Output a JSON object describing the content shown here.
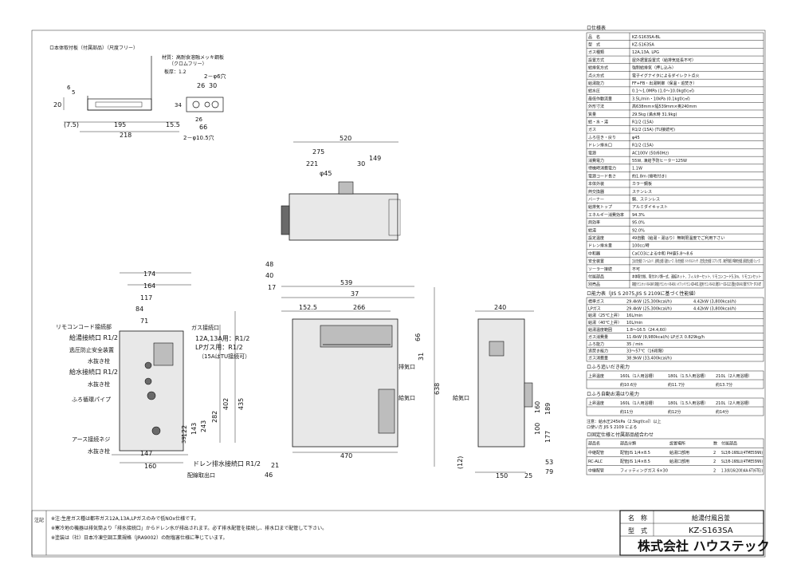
{
  "bracket": {
    "title": "ロ本体取付板（付属部品）（尺度フリー）",
    "material": "材質：高耐食溶融メッキ鋼板",
    "material2": "（クロムフリー）",
    "thickness": "板厚：1.2",
    "hole1": "2－φ6穴",
    "hole2": "2－φ10.5穴",
    "dims": [
      "20",
      "6",
      "5",
      "(7.5)",
      "195",
      "15.5",
      "218",
      "26",
      "30",
      "66",
      "34",
      "26"
    ]
  },
  "top_view": {
    "dims": [
      "520",
      "275",
      "221",
      "30",
      "149",
      "φ45"
    ]
  },
  "front_view": {
    "top_dims": [
      "48",
      "40",
      "17",
      "539",
      "152.5",
      "266",
      "37"
    ],
    "vertical": [
      "66",
      "31",
      "638",
      "21",
      "46"
    ],
    "bottom_dims": [
      "470"
    ],
    "labels": [
      "排気口",
      "給気口"
    ]
  },
  "side_view_left": {
    "top_dims": [
      "174",
      "164",
      "117",
      "84",
      "71"
    ],
    "vertical": [
      "402",
      "435",
      "282",
      "243",
      "143",
      "122",
      "39"
    ],
    "bottom_dims": [
      "147",
      "160"
    ],
    "labels": [
      "ガス接続口",
      "12A,13A用：R1/2",
      "LPガス用：R1/2",
      "（15AはTU接続可）",
      "リモコンコード接続部",
      "給湯接続口 R1/2",
      "逃圧防止安全装置",
      "水抜き栓",
      "給水接続口 R1/2",
      "水抜き栓",
      "ふろ循環パイプ",
      "アース接続ネジ",
      "水抜き栓",
      "ドレン排水接続口 R1/2",
      "配線取出口"
    ]
  },
  "side_view_right": {
    "top_dims": [
      "240"
    ],
    "vertical": [
      "189",
      "160",
      "177",
      "100",
      "(12)",
      "53",
      "79"
    ],
    "bottom_dims": [
      "150",
      "25"
    ],
    "labels": [
      "給気口"
    ]
  },
  "spec": {
    "title": "ロ仕様表",
    "rows": [
      [
        "品　名",
        "KZ-S163SA-BL"
      ],
      [
        "型　式",
        "KZ-S163SA"
      ],
      [
        "ガス種類",
        "12A,13A, LPG"
      ],
      [
        "設置方式",
        "屋外据置設置式（給排気延長不可）"
      ],
      [
        "給排気方式",
        "強制給排気（押し込み）"
      ],
      [
        "点火方式",
        "電子イグナイタによるダイレクト点火"
      ],
      [
        "給湯能力",
        "FF+FB・出湯制御（保温・追焚き）"
      ],
      [
        "給水圧",
        "0.1～1.0MPa (1.0～10.0kgf/c㎡)"
      ],
      [
        "最低作動流量",
        "3.5L/min・10kPa (0.1kgf/c㎡)"
      ],
      [
        "外形寸法",
        "高638mm×幅539mm×奥240mm"
      ],
      [
        "質量",
        "29.5kg (満水時 31.9kg)"
      ],
      [
        "給・水・湯",
        "R1/2 (15A)"
      ],
      [
        "ガス",
        "R1/2 (15A) (TU接続可)"
      ],
      [
        "ふろ往き・戻り",
        "φ45"
      ],
      [
        "ドレン排水口",
        "R1/2 (15A)"
      ],
      [
        "電源",
        "AC100V (50/60Hz)"
      ],
      [
        "消費電力",
        "55W, 凍結予防ヒーター125W"
      ],
      [
        "待機時消費電力",
        "1.1W"
      ],
      [
        "電源コード長さ",
        "約1.8m (接地付き)"
      ],
      [
        "本体外装",
        "カラー鋼板"
      ],
      [
        "熱交換器",
        "ステンレス"
      ],
      [
        "バーナー",
        "銅、ステンレス"
      ],
      [
        "給排気トップ",
        "アルミダイキャスト"
      ],
      [
        "エネルギー消費効率",
        "94.3%"
      ],
      [
        "熱効率",
        "95.0%"
      ],
      [
        "給湯",
        "92.0%"
      ],
      [
        "設定温度",
        "49自動（給湯・湯はり）無制限温度でご利用下さい"
      ],
      [
        "ドレン排水量",
        "100cc/時"
      ],
      [
        "中和器",
        "CaCO3による中和 PH値5.8～8.6"
      ],
      [
        "安全装置",
        "立消え安全装置（フレームロッド）, 過熱防止装置（温度ヒューズ）, 残火安全装置（バイメタルスイッチ）, 逆圧防止安全装置（スプリング式）, 凍結予防装置, 停電時安全装置, 過電流防止装置（ヒューズ）"
      ],
      [
        "ソーラー接続",
        "不可"
      ],
      [
        "付属部品",
        "本体取付板、取付ネジ類一式、連結ネット、フィルターセット, リモコンコード5.3m、リモコンセット"
      ],
      [
        "別売品",
        "高機能リモコンセット RS-416VP, 高機能リモコンセット RS-416V, ハイブリッドリモコン KZR-400Z, 浴室用リモコン RS-413, 脚部カバー KZG-C12Z, 据置台 KZN-S43, 循環アダプター ST-CV-SET"
      ]
    ],
    "cap_title": "ロ能力表（JIS S 2075,JIS S 2109に基づく性能値）",
    "cap_rows": [
      [
        "標準ガス",
        "29.4kW (25,300kcal/h)",
        "4.42kW (3,800kcal/h)"
      ],
      [
        "LPガス",
        "29.4kW (25,300kcal/h)",
        "4.42kW (3,800kcal/h)"
      ],
      [
        "給湯（25℃上昇）",
        "16L/min"
      ],
      [
        "給湯（40℃上昇）",
        "10L/min"
      ],
      [
        "給湯温度範囲",
        "1.8～16.5（24.4,60）"
      ],
      [
        "ガス消費量",
        "11.6kW (9,980kcal/h) LPガス 0.829kg/h"
      ],
      [
        "ふろ能力",
        "35 / min"
      ],
      [
        "追焚き能力",
        "33～57℃（16段階）"
      ],
      [
        "ガス消費量",
        "38.9kW (33,400kcal/h)"
      ]
    ],
    "bath1_title": "ロふろ追いだき能力",
    "bath1_rows": [
      [
        "上昇温度",
        "160L（1人用浴槽）",
        "180L（1.5人用浴槽）",
        "210L（2人用浴槽）"
      ],
      [
        "",
        "約10.6分",
        "約11.7分",
        "約13.7分"
      ]
    ],
    "bath2_title": "ロふろ自動お湯はり能力",
    "bath2_rows": [
      [
        "上昇温度",
        "160L（1人用浴槽）",
        "180L（1.5人用浴槽）",
        "210L（2人用浴槽）"
      ],
      [
        "",
        "約11分",
        "約12分",
        "約14分"
      ]
    ],
    "notes": [
      "注意：給水圧245kPa（2.5kgf/c㎡）以上",
      "ロ使い方 JIS S 2109 による"
    ],
    "parts_title": "ロ固定仕様と付属部品組合わせ",
    "parts_header": [
      "部品名",
      "部品分類",
      "設置場所",
      "数",
      "付属部品"
    ],
    "parts_rows": [
      [
        "中継配管",
        "配管JIS 1/4×8.5",
        "給湯口部用",
        "2",
        "SL3/8-16BLU(4TME55NN)"
      ],
      [
        "RC-ALC",
        "配管JIS 1/4×8.5",
        "給湯口部用",
        "2",
        "SL3/8-16BLU(4TME55NN)"
      ],
      [
        "中継配管",
        "フィッティングガス 6×30",
        "",
        "2",
        "1.3(8/16(200)4A-6T(6TE))"
      ]
    ]
  },
  "notes_box": {
    "label": "注記",
    "lines": [
      "※注:生産ガス種は都市ガス12A,13A,LPガスのみで低NOx仕様です。",
      "※寒冷地の機器は排気筒より「排水接続口」からドレン水が排出されます。必ず排水配管を接続し、排水口まで配管して下さい。",
      "※塗装は（社）日本冷凍空調工業規格（JRA9002）の耐塩害仕様に準じています。"
    ]
  },
  "title_block": {
    "name_label": "名　称",
    "name_value": "給湯付風呂釜",
    "model_label": "型　式",
    "model_value": "KZ-S163SA",
    "company": "株式会社 ハウステック"
  }
}
